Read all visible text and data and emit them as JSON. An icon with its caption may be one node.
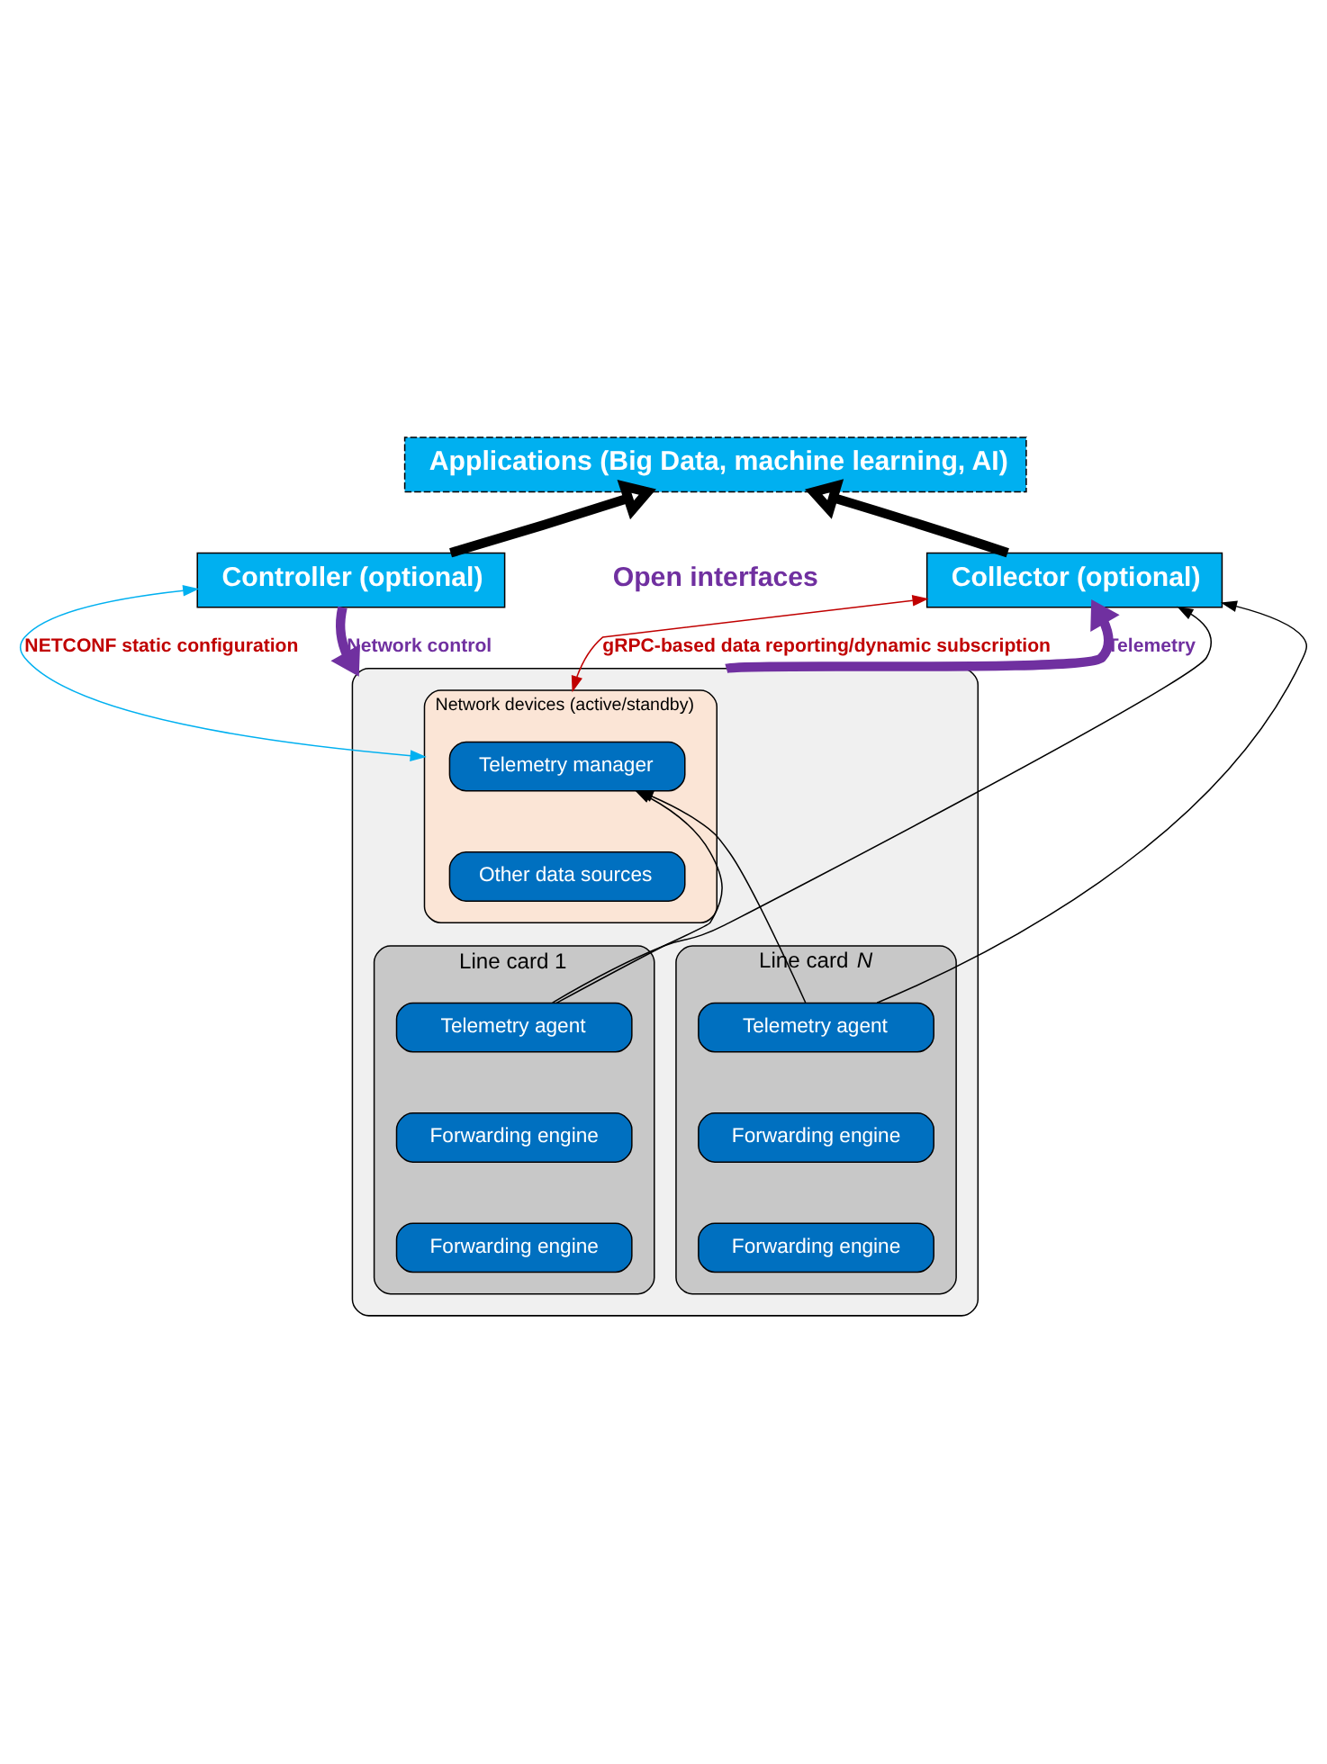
{
  "diagram": {
    "nodes": [
      {
        "text": [
          "Applications (Big Data, machine learning, AI)"
        ]
      },
      {
        "text": [
          "Controller (optional)"
        ]
      },
      {
        "text": [
          "Collector (optional)"
        ]
      },
      {
        "text": [],
        "shape": "box"
      },
      {
        "text": [
          "Network devices (active/standby)"
        ],
        "in": 3
      },
      {
        "text": [
          "Telemetry manager"
        ],
        "in": 4
      },
      {
        "text": [
          "Other data sources"
        ],
        "in": 4
      },
      {
        "text": [
          "Line card 1"
        ],
        "in": 3
      },
      {
        "text": [
          "Telemetry agent"
        ],
        "in": 7
      },
      {
        "text": [
          "Forwarding engine"
        ],
        "in": 7
      },
      {
        "text": [
          "Forwarding engine"
        ],
        "in": 7
      },
      {
        "text": [
          "Line card *N*"
        ],
        "in": 3
      },
      {
        "text": [
          "Telemetry agent"
        ],
        "in": 11
      },
      {
        "text": [
          "Forwarding engine"
        ],
        "in": 11
      },
      {
        "text": [
          "Forwarding engine"
        ],
        "in": 11
      }
    ],
    "edges": [
      {
        "from": 1,
        "to": 0,
        "arrow": "to",
        "style": "thick"
      },
      {
        "from": 2,
        "to": 0,
        "arrow": "to",
        "style": "thick"
      },
      {
        "from": 1,
        "to": 4,
        "arrow": "both",
        "label": "NETCONF static configuration",
        "color": "#00b0f0"
      },
      {
        "from": 2,
        "to": 4,
        "arrow": "both",
        "label": "gRPC-based data reporting/dynamic subscription",
        "color": "#c00000"
      },
      {
        "from": 8,
        "to": 5,
        "arrow": "to"
      },
      {
        "from": 12,
        "to": 5,
        "arrow": "to"
      },
      {
        "from": 8,
        "to": 2,
        "arrow": "to"
      },
      {
        "from": 12,
        "to": 2,
        "arrow": "to"
      },
      {
        "from": 1,
        "to": 3,
        "arrow": "to",
        "label": "Network control",
        "style": "thick",
        "color": "#7030a0"
      },
      {
        "from": 3,
        "to": 2,
        "arrow": "to",
        "label": "Telemetry",
        "style": "thick",
        "color": "#7030a0"
      }
    ],
    "labels": [
      "Open interfaces"
    ]
  }
}
